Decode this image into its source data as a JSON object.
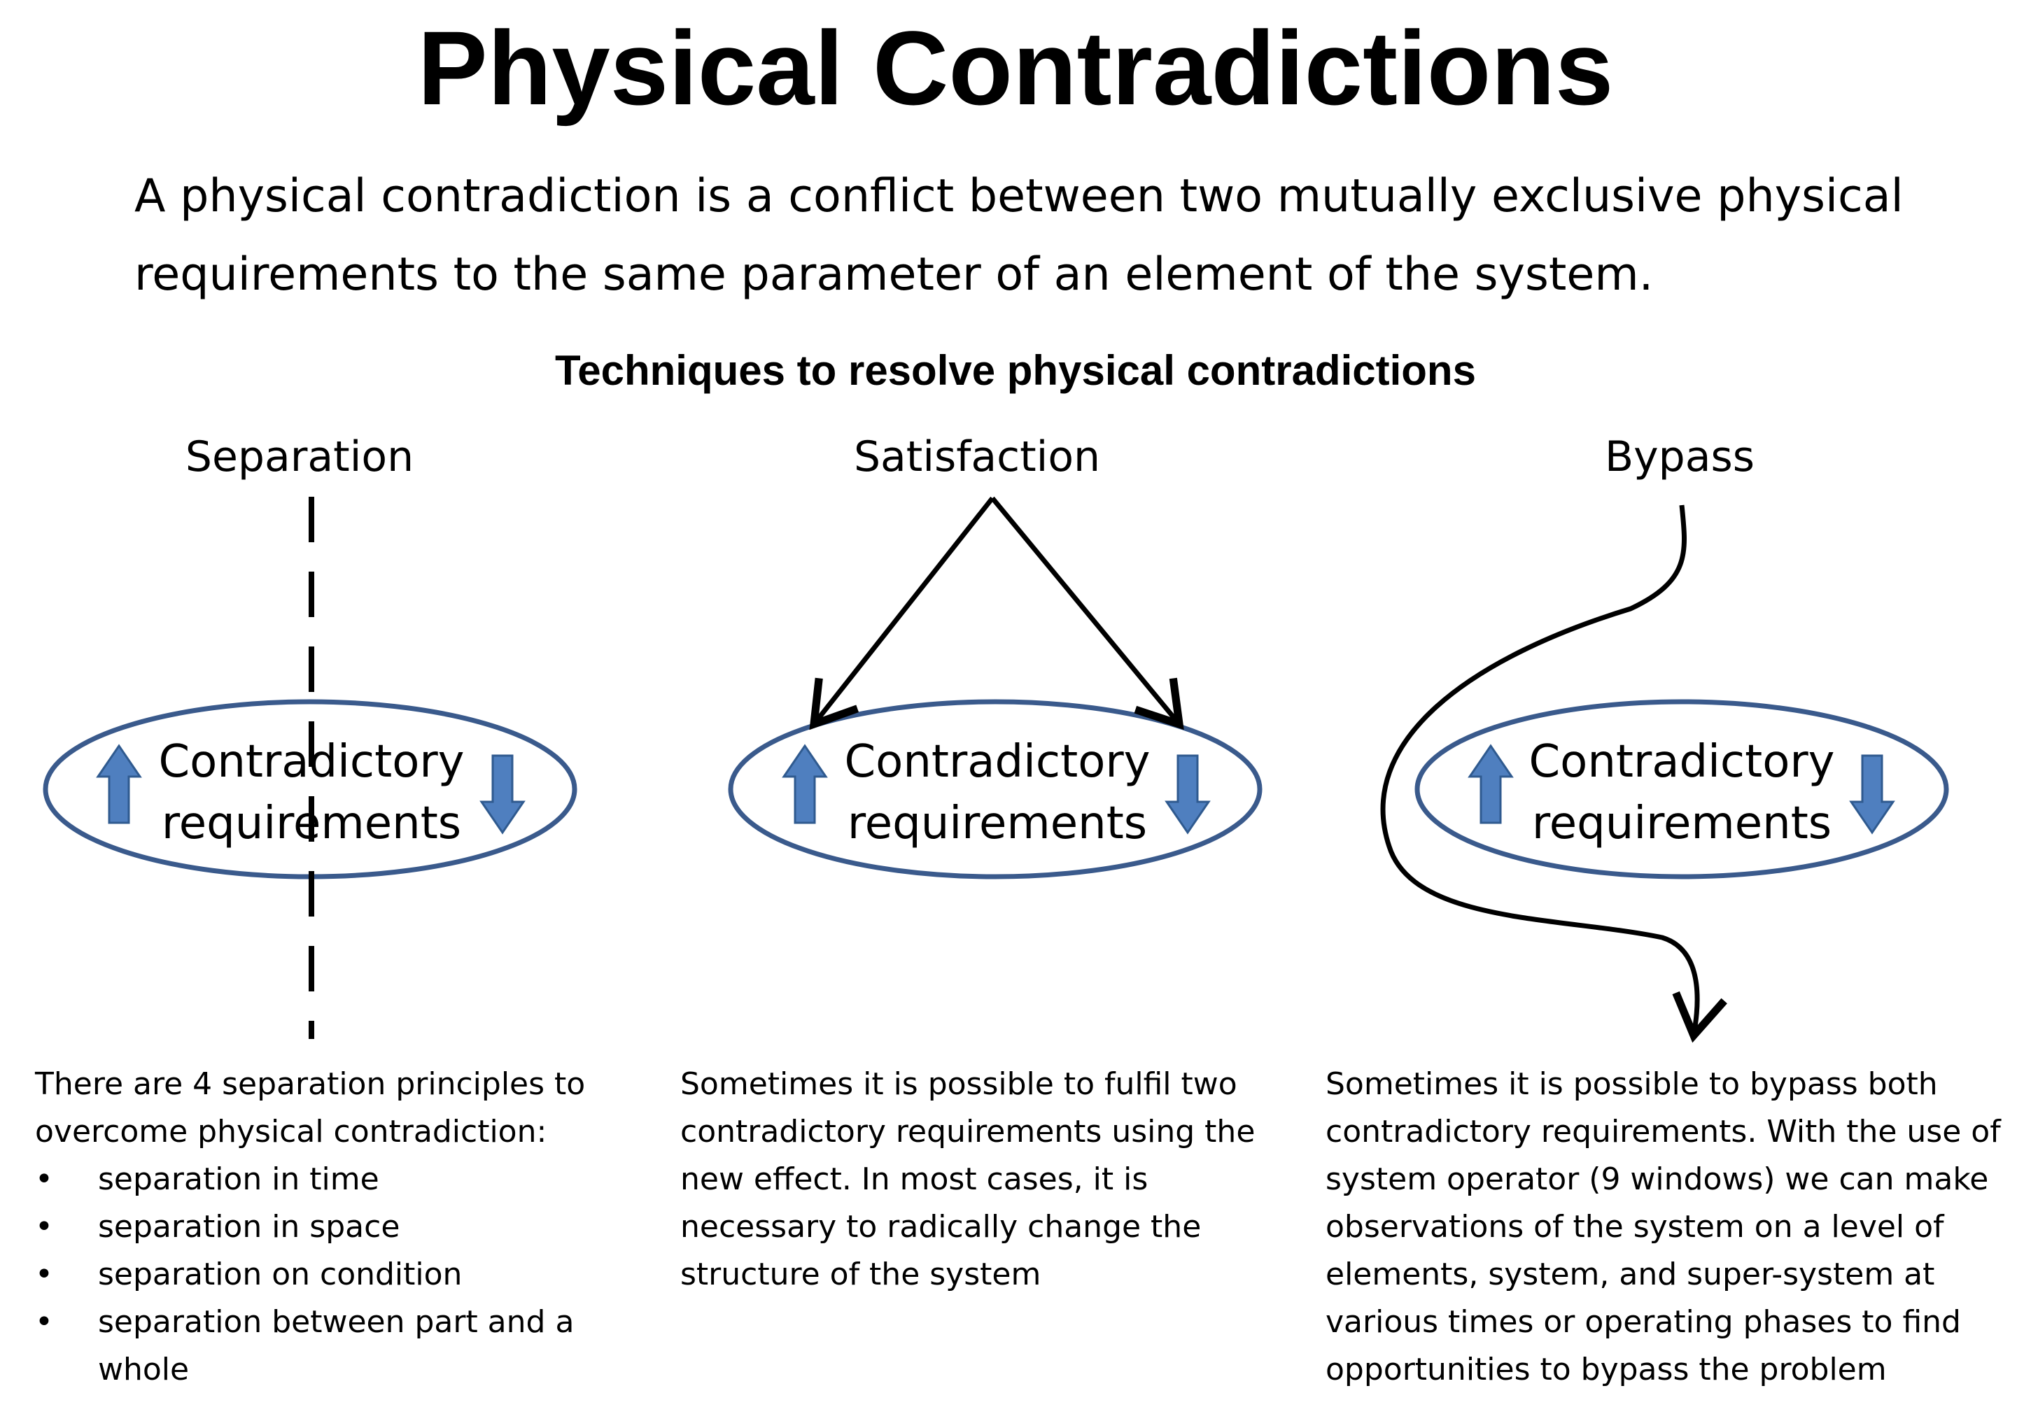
{
  "title": "Physical Contradictions",
  "intro": "A physical contradiction is a conflict between two mutually exclusive physical requirements to the same parameter of an element of the system.",
  "subtitle": "Techniques to resolve physical contradictions",
  "colors": {
    "ellipse_stroke": "#3a5a8c",
    "arrow_fill": "#4f7fbf",
    "arrow_stroke": "#2f5a8f",
    "line": "#000000"
  },
  "columns": [
    {
      "heading": "Separation",
      "ellipse": {
        "line1": "Contradictory",
        "line2": "requirements",
        "up_icon": "up-arrow-icon",
        "down_icon": "down-arrow-icon"
      },
      "description": "There are 4 separation principles to overcome physical contradiction:",
      "bullets": [
        "separation in time",
        "separation in space",
        "separation on condition",
        "separation between part and a whole"
      ],
      "bullet_symbol": "•"
    },
    {
      "heading": "Satisfaction",
      "ellipse": {
        "line1": "Contradictory",
        "line2": "requirements",
        "up_icon": "up-arrow-icon",
        "down_icon": "down-arrow-icon"
      },
      "description": "Sometimes it is possible to fulfil two contradictory requirements using the new effect. In most cases, it is necessary to radically change the structure of the system"
    },
    {
      "heading": "Bypass",
      "ellipse": {
        "line1": "Contradictory",
        "line2": "requirements",
        "up_icon": "up-arrow-icon",
        "down_icon": "down-arrow-icon"
      },
      "description": "Sometimes it is possible to bypass both contradictory requirements. With the use of system operator (9 windows) we can make observations of the system on a level of elements, system, and super-system at various times or operating phases to find opportunities to bypass the problem"
    }
  ]
}
